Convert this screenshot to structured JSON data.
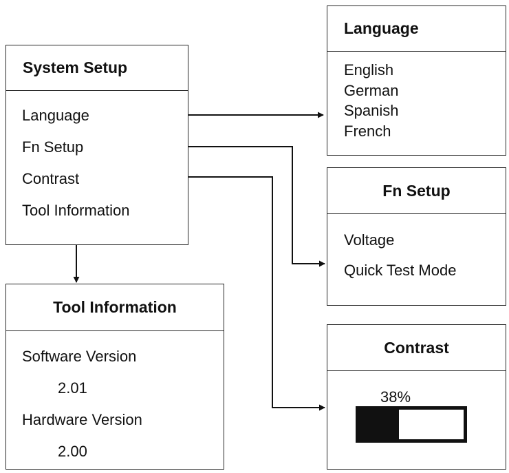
{
  "system_setup": {
    "title": "System Setup",
    "items": [
      "Language",
      "Fn Setup",
      "Contrast",
      "Tool Information"
    ]
  },
  "language": {
    "title": "Language",
    "items": [
      "English",
      "German",
      "Spanish",
      "French"
    ]
  },
  "fn_setup": {
    "title": "Fn Setup",
    "items": [
      "Voltage",
      "Quick Test Mode"
    ]
  },
  "contrast": {
    "title": "Contrast",
    "value_label": "38%",
    "level": 0.38
  },
  "tool_information": {
    "title": "Tool Information",
    "software_label": "Software Version",
    "software_value": "2.01",
    "hardware_label": "Hardware Version",
    "hardware_value": "2.00"
  },
  "colors": {
    "line": "#111111",
    "border": "#222222"
  }
}
